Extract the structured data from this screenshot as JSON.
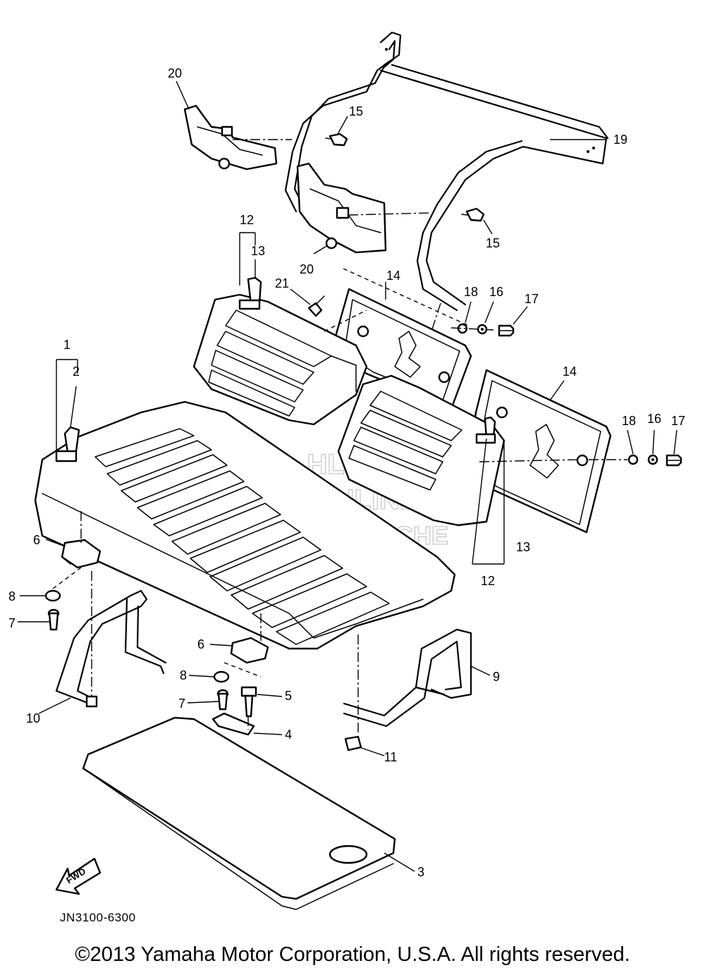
{
  "diagram": {
    "callouts": [
      "1",
      "2",
      "3",
      "4",
      "5",
      "6",
      "7",
      "8",
      "9",
      "10",
      "11",
      "12",
      "13",
      "14",
      "15",
      "16",
      "17",
      "18",
      "19",
      "20",
      "21"
    ],
    "fwd_label": "FWD",
    "code": "JN3100-6300",
    "watermark": [
      "HLSM",
      "ONLINE",
      "MICROFICHE"
    ]
  },
  "footer": {
    "copyright": "©2013 Yamaha Motor Corporation, U.S.A. All rights reserved."
  }
}
